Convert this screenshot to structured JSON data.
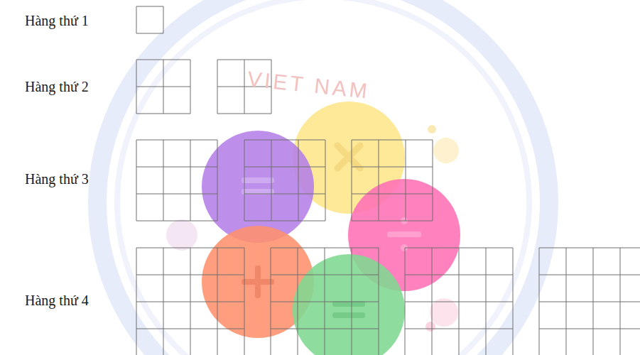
{
  "diagram": {
    "labels": [
      "Hàng thứ 1",
      "Hàng thứ 2",
      "Hàng thứ 3",
      "Hàng thứ 4",
      "VIET NAM"
    ]
  }
}
